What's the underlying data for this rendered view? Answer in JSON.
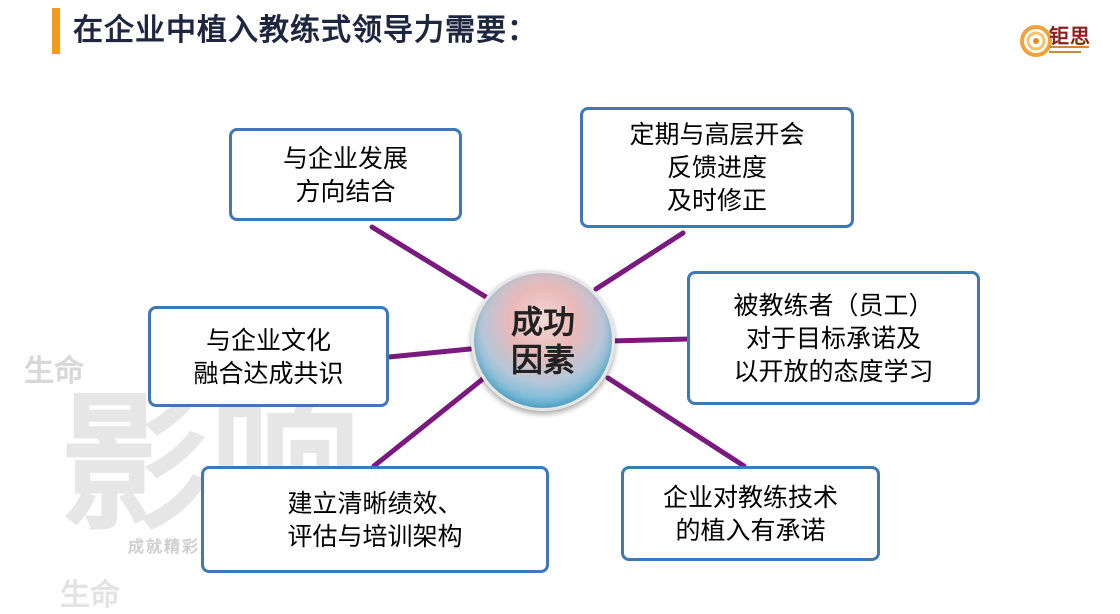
{
  "title": "在企业中植入教练式领导力需要：",
  "logo": {
    "name": "钜思"
  },
  "watermark": {
    "life": "生命",
    "influence": "影响",
    "slogan": "成就精彩人生",
    "life2": "生命"
  },
  "center": {
    "label": "成功\n因素"
  },
  "factors": {
    "company_direction": "与企业发展\n方向结合",
    "regular_meetings": "定期与高层开会\n反馈进度\n及时修正",
    "coachee_commitment": "被教练者（员工）\n对于目标承诺及\n以开放的态度学习",
    "culture_consensus": "与企业文化\n融合达成共识",
    "performance_framework": "建立清晰绩效、\n评估与培训架构",
    "company_commitment": "企业对教练技术\n的植入有承诺"
  },
  "colors": {
    "accent": "#f39a1f",
    "box_border": "#3e78b7",
    "connector": "#7b1a7e",
    "title_text": "#1f2740"
  }
}
